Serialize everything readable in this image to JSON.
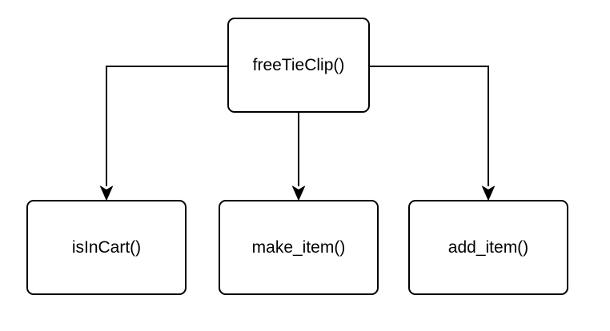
{
  "diagram": {
    "root_node": {
      "label": "freeTieClip()"
    },
    "child_nodes": [
      {
        "label": "isInCart()"
      },
      {
        "label": "make_item()"
      },
      {
        "label": "add_item()"
      }
    ],
    "edges": [
      {
        "from": "freeTieClip()",
        "to": "isInCart()"
      },
      {
        "from": "freeTieClip()",
        "to": "make_item()"
      },
      {
        "from": "freeTieClip()",
        "to": "add_item()"
      }
    ],
    "colors": {
      "stroke": "#000000",
      "node_fill": "#ffffff",
      "text": "#000000",
      "background": "#ffffff"
    }
  }
}
